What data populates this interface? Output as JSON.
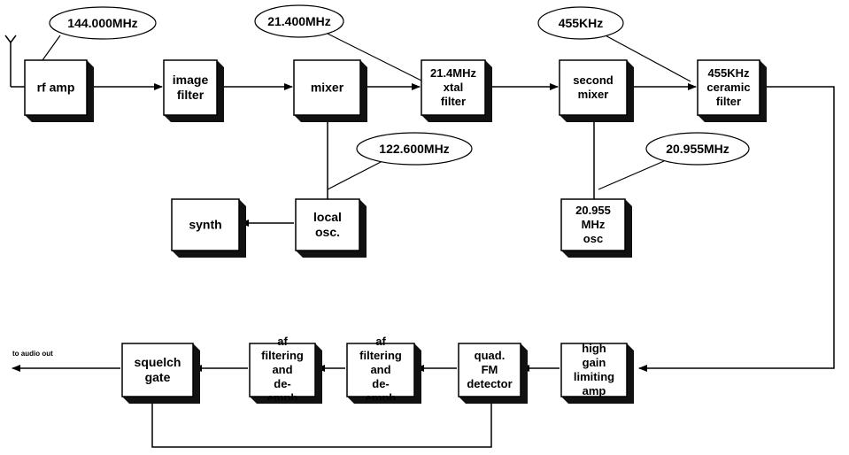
{
  "blocks": {
    "rf_amp": [
      "rf amp"
    ],
    "image_filter": [
      "image",
      "filter"
    ],
    "mixer": [
      "mixer"
    ],
    "xtal_filter": [
      "21.4MHz",
      "xtal",
      "filter"
    ],
    "second_mixer": [
      "second",
      "mixer"
    ],
    "ceramic_filter": [
      "455KHz",
      "ceramic",
      "filter"
    ],
    "synth": [
      "synth"
    ],
    "local_osc": [
      "local",
      "osc."
    ],
    "osc_20955": [
      "20.955",
      "MHz",
      "osc"
    ],
    "high_gain_amp": [
      "high",
      "gain",
      "limiting",
      "amp"
    ],
    "quad_fm_detector": [
      "quad.",
      "FM",
      "detector"
    ],
    "af_filter_1": [
      "af",
      "filtering",
      "and",
      "de-",
      "emph"
    ],
    "af_filter_2": [
      "af",
      "filtering",
      "and",
      "de-",
      "emph"
    ],
    "squelch_gate": [
      "squelch",
      "gate"
    ]
  },
  "frequency_labels": {
    "input": "144.000MHz",
    "first_if": "21.400MHz",
    "second_if": "455KHz",
    "lo": "122.600MHz",
    "second_lo": "20.955MHz"
  },
  "output_label": "to audio out"
}
